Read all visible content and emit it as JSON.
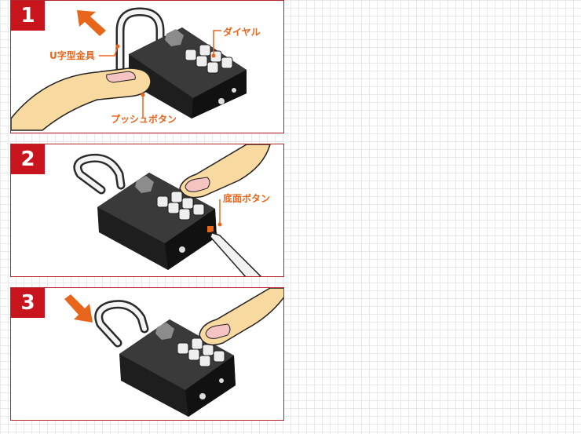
{
  "steps": [
    {
      "number": "1",
      "labels": {
        "shackle": "U字型金具",
        "dial": "ダイヤル",
        "push_button": "プッシュボタン"
      }
    },
    {
      "number": "2",
      "labels": {
        "bottom_button": "底面ボタン"
      }
    },
    {
      "number": "3"
    }
  ],
  "colors": {
    "badge": "#c8141d",
    "accent": "#e8651c",
    "lock_body": "#2b2b2b",
    "finger": "#f8d9a0",
    "grid": "#e9e9e9"
  },
  "icons": [
    "arrow-up-left-icon",
    "arrow-down-right-icon",
    "padlock-icon",
    "finger-icon",
    "pen-icon"
  ]
}
